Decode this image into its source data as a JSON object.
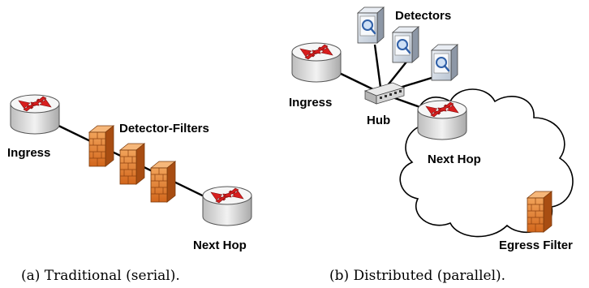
{
  "panel_a": {
    "ingress_label": "Ingress",
    "filters_label": "Detector-Filters",
    "nexthop_label": "Next Hop",
    "caption": "(a) Traditional (serial)."
  },
  "panel_b": {
    "detectors_label": "Detectors",
    "ingress_label": "Ingress",
    "hub_label": "Hub",
    "nexthop_label": "Next Hop",
    "egress_label": "Egress Filter",
    "caption": "(b) Distributed (parallel)."
  },
  "colors": {
    "router_top": "#f4f4f4",
    "router_side": "#cfcfcf",
    "arrow_red": "#d81e1e",
    "firewall": "#e07a2c",
    "detector_face": "#d6dde8",
    "lens": "#5b86c5"
  },
  "icons": [
    "router-icon",
    "firewall-icon",
    "detector-icon",
    "hub-icon",
    "cloud-icon"
  ]
}
